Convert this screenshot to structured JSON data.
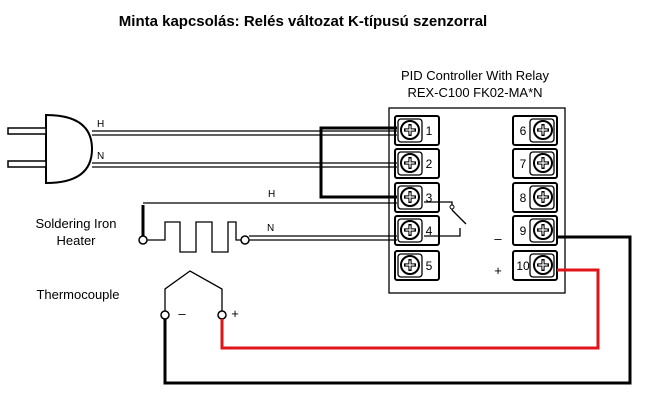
{
  "title": "Minta kapcsolás: Relés változat K-típusú szenzorral",
  "controller": {
    "name_line1": "PID Controller With Relay",
    "name_line2": "REX-C100 FK02-MA*N",
    "terminals_left": [
      "1",
      "2",
      "3",
      "4",
      "5"
    ],
    "terminals_right": [
      "6",
      "7",
      "8",
      "9",
      "10"
    ],
    "polarity_9": "–",
    "polarity_10": "+"
  },
  "plug": {
    "h_label": "H",
    "n_label": "N"
  },
  "heater": {
    "label_line1": "Soldering Iron",
    "label_line2": "Heater",
    "h_label": "H",
    "n_label": "N"
  },
  "thermocouple": {
    "label": "Thermocouple",
    "minus": "–",
    "plus": "+"
  },
  "colors": {
    "wire": "#000000",
    "positive_wire": "#e0141a",
    "background": "#ffffff"
  }
}
